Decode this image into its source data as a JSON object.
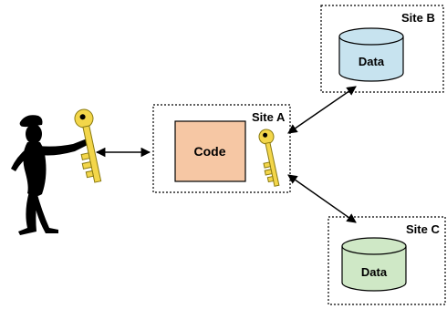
{
  "sites": {
    "a": {
      "label": "Site A",
      "code_label": "Code"
    },
    "b": {
      "label": "Site B",
      "data_label": "Data"
    },
    "c": {
      "label": "Site C",
      "data_label": "Data"
    }
  },
  "colors": {
    "code_fill": "#f6c7a4",
    "data_b_fill": "#c7e3ef",
    "data_c_fill": "#cfe8c6",
    "key_fill": "#f3d64a",
    "person_fill": "#000000"
  },
  "icons": {
    "person": "person-silhouette-icon",
    "key": "key-icon",
    "database": "database-cylinder-icon"
  }
}
